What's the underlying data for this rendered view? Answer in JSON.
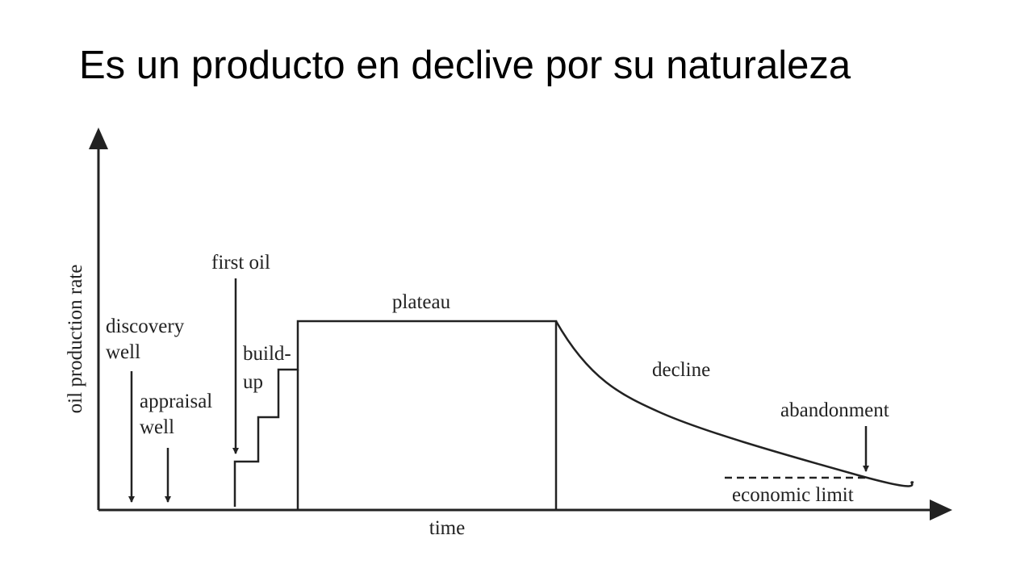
{
  "slide": {
    "title": "Es un producto en declive por su naturaleza"
  },
  "diagram": {
    "y_axis_label": "oil production rate",
    "x_axis_label": "time",
    "annotations": {
      "discovery_line1": "discovery",
      "discovery_line2": "well",
      "appraisal_line1": "appraisal",
      "appraisal_line2": "well",
      "first_oil": "first oil",
      "buildup_line1": "build-",
      "buildup_line2": "up",
      "plateau": "plateau",
      "decline": "decline",
      "abandonment": "abandonment",
      "economic_limit": "economic limit"
    },
    "line_color": "#222222"
  }
}
